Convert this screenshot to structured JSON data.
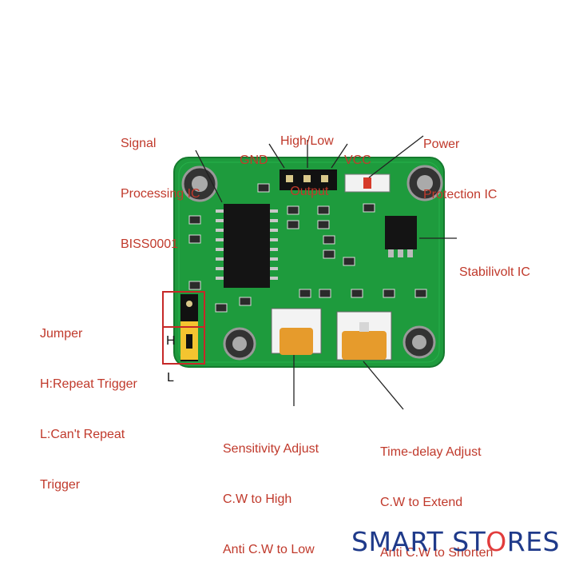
{
  "labels": {
    "signal_ic": [
      "Signal",
      "Processing IC",
      "BISS0001"
    ],
    "gnd": "GND",
    "output": [
      "High/Low",
      "Output"
    ],
    "vcc": "VCC",
    "power_ic": [
      "Power",
      "Protection IC"
    ],
    "stabilivolt": "Stabilivolt IC",
    "jumper": [
      "Jumper",
      "H:Repeat Trigger",
      "L:Can't Repeat",
      "Trigger"
    ],
    "jumper_h": "H",
    "jumper_l": "L",
    "sensitivity": [
      "Sensitivity Adjust",
      "C.W to High",
      "Anti C.W to Low"
    ],
    "time_delay": [
      "Time-delay Adjust",
      "C.W to Extend",
      "Anti C.W to Shorten"
    ]
  },
  "brand": {
    "word1": "SMART",
    "word2_prefix": "ST",
    "word2_o": "O",
    "word2_suffix": "RES"
  },
  "colors": {
    "label": "#c0392b",
    "board": "#1f9a3c",
    "brand_blue": "#1f3a8a",
    "brand_red": "#e23c3c"
  }
}
